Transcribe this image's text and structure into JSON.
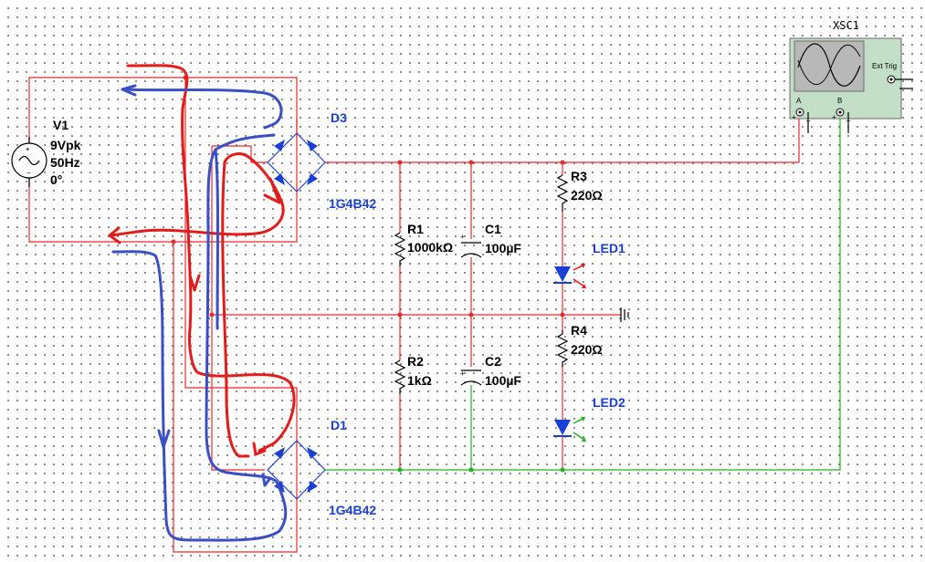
{
  "source": {
    "name": "V1",
    "amplitude": "9Vpk",
    "frequency": "50Hz",
    "phase": "0°"
  },
  "bridges": [
    {
      "name": "D3",
      "model": "1G4B42"
    },
    {
      "name": "D1",
      "model": "1G4B42"
    }
  ],
  "resistors": [
    {
      "name": "R1",
      "value": "1000kΩ"
    },
    {
      "name": "R2",
      "value": "1kΩ"
    },
    {
      "name": "R3",
      "value": "220Ω"
    },
    {
      "name": "R4",
      "value": "220Ω"
    }
  ],
  "capacitors": [
    {
      "name": "C1",
      "value": "100µF"
    },
    {
      "name": "C2",
      "value": "100µF"
    }
  ],
  "leds": [
    {
      "name": "LED1",
      "color": "#e41b1b"
    },
    {
      "name": "LED2",
      "color": "#1fb31f"
    }
  ],
  "oscilloscope": {
    "name": "XSC1",
    "channel_a": "A",
    "channel_b": "B",
    "ext_trig": "Ext Trig"
  },
  "colors": {
    "wire_red": "#e8282a",
    "wire_green": "#1fb31f",
    "component_blue": "#1a3fd6",
    "annotation_red": "#e41b1b",
    "annotation_blue": "#3a4fc4"
  }
}
